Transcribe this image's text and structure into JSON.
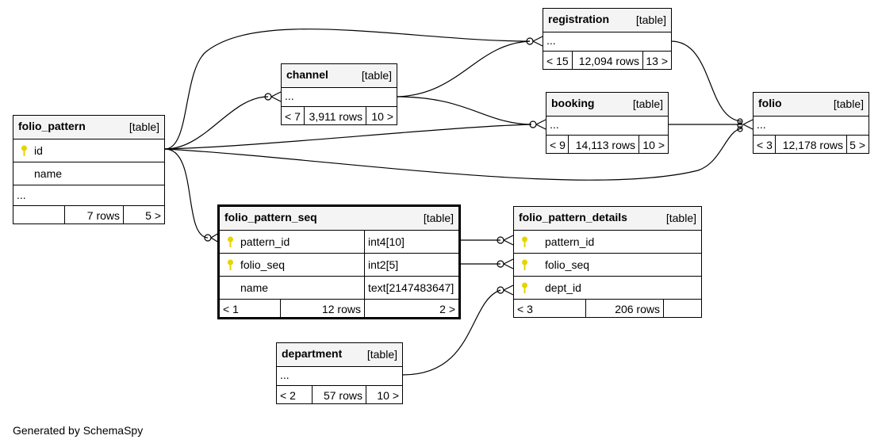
{
  "footer": "Generated by SchemaSpy",
  "table_kind": "[table]",
  "tables": {
    "folio_pattern": {
      "name": "folio_pattern",
      "columns": [
        "id",
        "name"
      ],
      "more": "...",
      "rows": "7 rows",
      "parents": "",
      "children": "5 >"
    },
    "channel": {
      "name": "channel",
      "more": "...",
      "parents": "< 7",
      "rows": "3,911 rows",
      "children": "10 >"
    },
    "registration": {
      "name": "registration",
      "more": "...",
      "parents": "< 15",
      "rows": "12,094 rows",
      "children": "13 >"
    },
    "booking": {
      "name": "booking",
      "more": "...",
      "parents": "< 9",
      "rows": "14,113 rows",
      "children": "10 >"
    },
    "folio": {
      "name": "folio",
      "more": "...",
      "parents": "< 3",
      "rows": "12,178 rows",
      "children": "5 >"
    },
    "folio_pattern_seq": {
      "name": "folio_pattern_seq",
      "columns": [
        {
          "name": "pattern_id",
          "type": "int4[10]"
        },
        {
          "name": "folio_seq",
          "type": "int2[5]"
        },
        {
          "name": "name",
          "type": "text[2147483647]"
        }
      ],
      "parents": "< 1",
      "rows": "12 rows",
      "children": "2 >"
    },
    "folio_pattern_details": {
      "name": "folio_pattern_details",
      "columns": [
        "pattern_id",
        "folio_seq",
        "dept_id"
      ],
      "parents": "< 3",
      "rows": "206 rows",
      "children": ""
    },
    "department": {
      "name": "department",
      "more": "...",
      "parents": "< 2",
      "rows": "57 rows",
      "children": "10 >"
    }
  },
  "colors": {
    "key": "#e6d400",
    "header_bg": "#f4f4f4"
  }
}
